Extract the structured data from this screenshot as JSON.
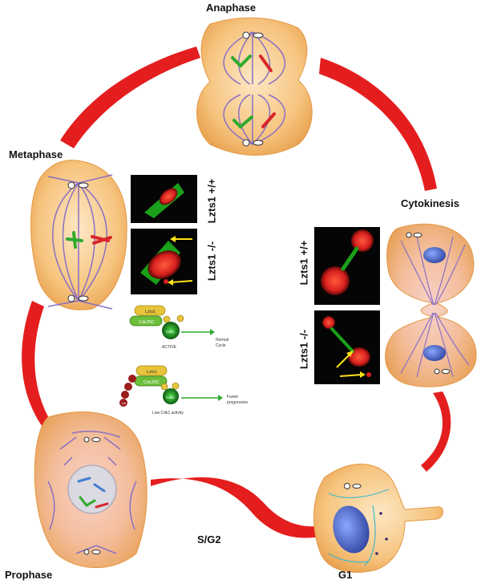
{
  "phases": {
    "anaphase": "Anaphase",
    "metaphase": "Metaphase",
    "cytokinesis": "Cytokinesis",
    "prophase": "Prophase",
    "sg2": "S/G2",
    "g1": "G1"
  },
  "micrographs": {
    "metaphase_wt": "Lzts1 +/+",
    "metaphase_ko": "Lzts1 -/-",
    "cytokinesis_wt": "Lzts1 +/+",
    "cytokinesis_ko": "Lzts1 -/-"
  },
  "pathway": {
    "active": {
      "protein_top": "Lzts1",
      "protein_bottom": "Cdc25C",
      "complex_label": "Cdk1",
      "state": "ACTIVE",
      "outcome_line1": "Normal",
      "outcome_line2": "Cycle"
    },
    "low": {
      "protein_top": "Lzts1",
      "protein_bottom": "Cdc25C",
      "complex_label": "Cdk1",
      "ubiquitin": "Ub",
      "state": "Low Cdk1 activity",
      "outcome_line1": "Faster",
      "outcome_line2": "progression"
    }
  },
  "colors": {
    "cycle_arrow": "#e41e1e",
    "cell_fill": "#f4b866",
    "spindle": "#8a6fc4",
    "chromosome_green": "#2faa2f",
    "chromosome_red": "#d8262b",
    "nucleus_blue": "#3f5fc0"
  }
}
